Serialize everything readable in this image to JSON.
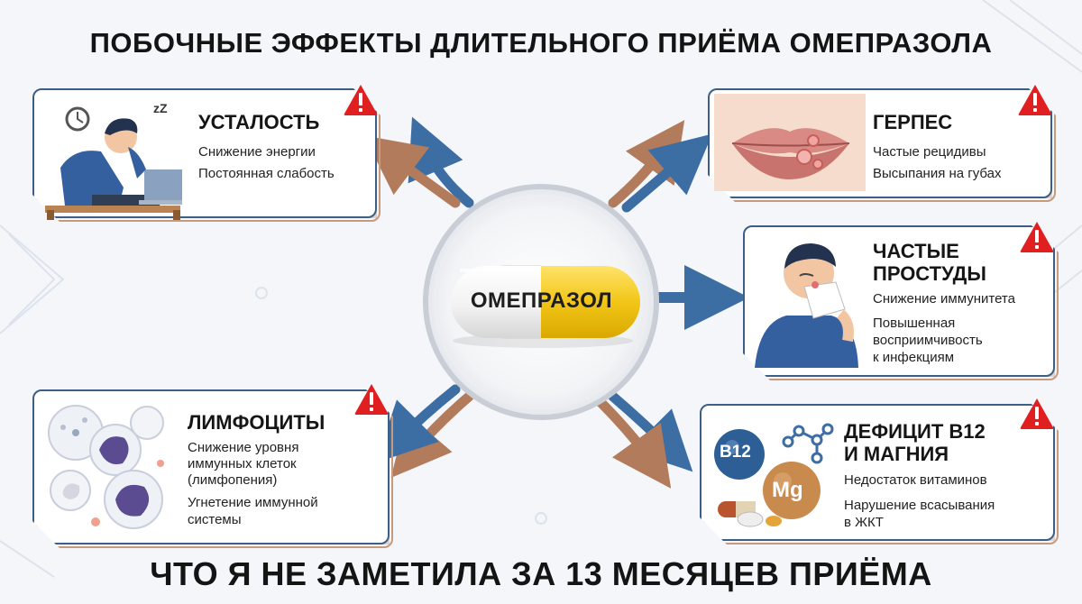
{
  "title": "ПОБОЧНЫЕ ЭФФЕКТЫ ДЛИТЕЛЬНОГО ПРИЁМА ОМЕПРАЗОЛА",
  "footer": "ЧТО Я НЕ ЗАМЕТИЛА ЗА 13 МЕСЯЦЕВ ПРИЁМА",
  "center": {
    "label": "ОМЕПРАЗОЛ"
  },
  "cards": {
    "fatigue": {
      "title": "УСТАЛОСТЬ",
      "lines": [
        "Снижение энергии",
        "Постоянная слабость"
      ],
      "sleep_text": "zZ"
    },
    "herpes": {
      "title": "ГЕРПЕС",
      "lines": [
        "Частые рецидивы",
        "Высыпания на губах"
      ]
    },
    "colds": {
      "title_lines": [
        "ЧАСТЫЕ",
        "ПРОСТУДЫ"
      ],
      "lines": [
        "Снижение иммунитета",
        "Повышенная",
        "восприимчивость",
        "к инфекциям"
      ]
    },
    "lymphocytes": {
      "title": "ЛИМФОЦИТЫ",
      "lines": [
        "Снижение уровня",
        "иммунных клеток",
        "(лимфопения)",
        "Угнетение иммунной",
        "системы"
      ]
    },
    "deficit": {
      "title_lines": [
        "ДЕФИЦИТ B12",
        "И МАГНИЯ"
      ],
      "lines": [
        "Недостаток витаминов",
        "Нарушение всасывания",
        "в ЖКТ"
      ],
      "b12": "B12",
      "mg": "Mg"
    }
  },
  "icons": {
    "warning": "warning-triangle-icon",
    "arrow": "arrow-icon"
  },
  "colors": {
    "card_border": "#3b5f86",
    "card_shadow": "#c79a7c",
    "warning_red": "#e02020",
    "arrow_blue": "#3c6ea4",
    "arrow_brown": "#b27b5c",
    "pill_yellow": "#f2c617",
    "pill_white": "#f4f4f4"
  }
}
